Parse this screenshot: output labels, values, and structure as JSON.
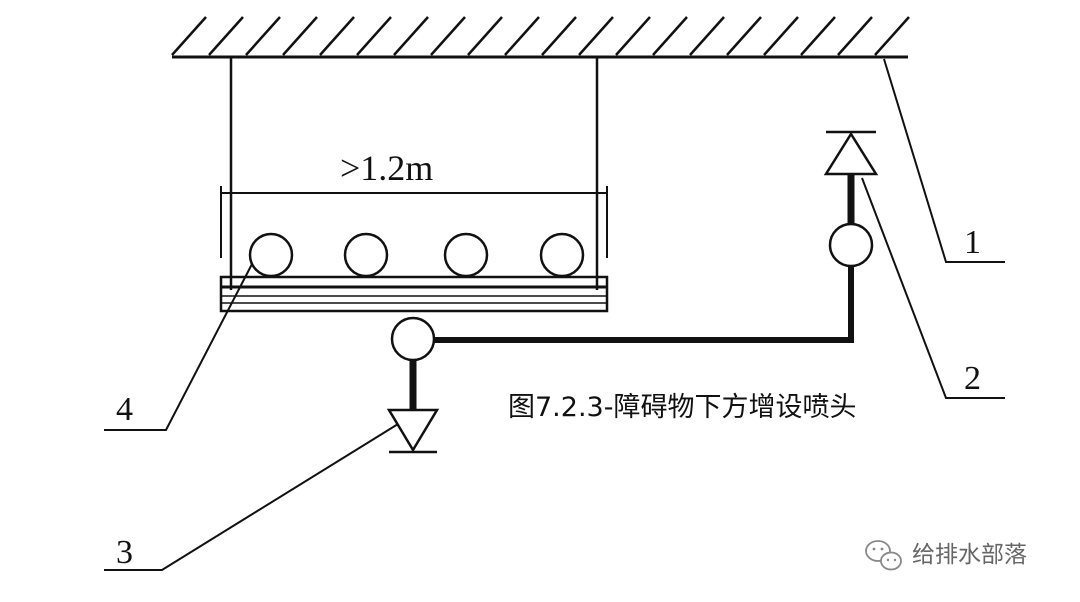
{
  "diagram": {
    "dimension_label": ">1.2m",
    "caption": "图7.2.3-障碍物下方增设喷头",
    "callouts": [
      "1",
      "2",
      "3",
      "4"
    ]
  },
  "watermark": {
    "text": "给排水部落",
    "icon": "wechat-icon"
  }
}
